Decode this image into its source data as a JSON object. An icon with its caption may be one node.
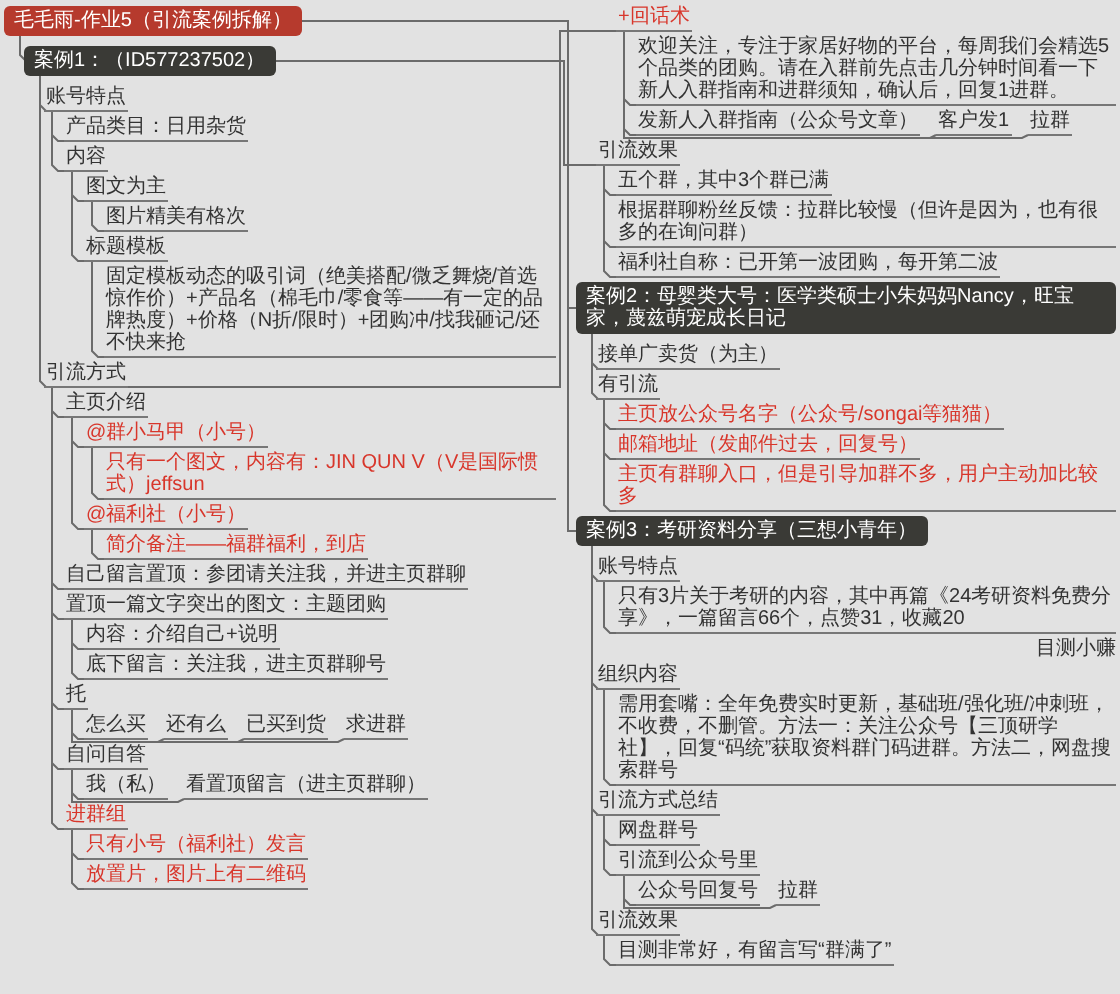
{
  "diagram": {
    "nodes": [
      {
        "text": [
          "毛毛雨-作业5（引流案例拆解）"
        ]
      },
      {
        "text": [
          "案例1：（ID577237502）"
        ]
      },
      {
        "text": [
          "账号特点"
        ]
      },
      {
        "text": [
          "产品类目：日用杂货"
        ]
      },
      {
        "text": [
          "内容"
        ]
      },
      {
        "text": [
          "图文为主"
        ]
      },
      {
        "text": [
          "图片精美有格次"
        ]
      },
      {
        "text": [
          "标题模板"
        ]
      },
      {
        "text": [
          "固定模板动态的吸引词（绝美搭配/微乏舞烧/首选惊作价）+产品名（棉毛巾/零食等——有一定的品牌热度）+价格（N折/限时）+团购冲/找我砸记/还不快来抢"
        ]
      },
      {
        "text": [
          "引流方式"
        ]
      },
      {
        "text": [
          "主页介绍"
        ]
      },
      {
        "text": [
          "@群小马甲（小号）"
        ]
      },
      {
        "text": [
          "只有一个图文，内容有：JIN QUN V（V是国际惯式）jeffsun"
        ]
      },
      {
        "text": [
          "@福利社（小号）"
        ]
      },
      {
        "text": [
          "简介备注——福群福利，到店"
        ]
      },
      {
        "text": [
          "自己留言置顶：参团请关注我，并进主页群聊"
        ]
      },
      {
        "text": [
          "置顶一篇文字突出的图文：主题团购"
        ]
      },
      {
        "text": [
          "内容：介绍自己+说明"
        ]
      },
      {
        "text": [
          "底下留言：关注我，进主页群聊号"
        ]
      },
      {
        "text": [
          "托"
        ]
      },
      {
        "text": [
          "怎么买"
        ]
      },
      {
        "text": [
          "还有么"
        ]
      },
      {
        "text": [
          "已买到货"
        ]
      },
      {
        "text": [
          "求进群"
        ]
      },
      {
        "text": [
          "自问自答"
        ]
      },
      {
        "text": [
          "我（私）"
        ]
      },
      {
        "text": [
          "看置顶留言（进主页群聊）"
        ]
      },
      {
        "text": [
          "进群组"
        ]
      },
      {
        "text": [
          "只有小号（福利社）发言"
        ]
      },
      {
        "text": [
          "放置片，图片上有二维码"
        ]
      },
      {
        "text": [
          "+回话术"
        ]
      },
      {
        "text": [
          "欢迎关注，专注于家居好物的平台，每周我们会精选5个品类的团购。请在入群前先点击几分钟时间看一下新人入群指南和进群须知，确认后，回复1进群。"
        ]
      },
      {
        "text": [
          "发新人入群指南（公众号文章）"
        ]
      },
      {
        "text": [
          "客户发1"
        ]
      },
      {
        "text": [
          "拉群"
        ]
      },
      {
        "text": [
          "引流效果"
        ]
      },
      {
        "text": [
          "五个群，其中3个群已满"
        ]
      },
      {
        "text": [
          "根据群聊粉丝反馈：拉群比较慢（但许是因为，也有很多的在询问群）"
        ]
      },
      {
        "text": [
          "福利社自称：已开第一波团购，每开第二波"
        ]
      },
      {
        "text": [
          "案例2：母婴类大号：医学类硕士小朱妈妈Nancy，旺宝家，蔑兹萌宠成长日记"
        ]
      },
      {
        "text": [
          "接单广卖货（为主）"
        ]
      },
      {
        "text": [
          "有引流"
        ]
      },
      {
        "text": [
          "主页放公众号名字（公众号/songai等猫猫）"
        ]
      },
      {
        "text": [
          "邮箱地址（发邮件过去，回复号）"
        ]
      },
      {
        "text": [
          "主页有群聊入口，但是引导加群不多，用户主动加比较多"
        ]
      },
      {
        "text": [
          "案例3：考研资料分享（三想小青年）"
        ]
      },
      {
        "text": [
          "账号特点"
        ]
      },
      {
        "text": [
          "只有3片关于考研的内容，其中再篇《24考研资料免费分享》，一篇留言66个，点赞31，收藏20"
        ],
        "beside": [
          "目测小赚"
        ]
      },
      {
        "text": [
          "组织内容"
        ]
      },
      {
        "text": [
          "需用套嘴：全年免费实时更新，基础班/强化班/冲刺班，不收费，不删管。方法一：关注公众号【三顶研学社】，回复“码统”获取资料群门码进群。方法二，网盘搜索群号"
        ]
      },
      {
        "text": [
          "引流方式总结"
        ]
      },
      {
        "text": [
          "网盘群号"
        ]
      },
      {
        "text": [
          "引流到公众号里"
        ]
      },
      {
        "text": [
          "公众号回复号"
        ]
      },
      {
        "text": [
          "拉群"
        ]
      },
      {
        "text": [
          "引流效果"
        ]
      },
      {
        "text": [
          "目测非常好，有留言写“群满了”"
        ]
      }
    ],
    "edges": [
      {
        "from": 0,
        "to": 1,
        "arrow": "none"
      },
      {
        "from": 1,
        "to": 2,
        "arrow": "none"
      },
      {
        "from": 2,
        "to": 3,
        "arrow": "none"
      },
      {
        "from": 2,
        "to": 4,
        "arrow": "none"
      },
      {
        "from": 4,
        "to": 5,
        "arrow": "none"
      },
      {
        "from": 5,
        "to": 6,
        "arrow": "none"
      },
      {
        "from": 4,
        "to": 7,
        "arrow": "none"
      },
      {
        "from": 7,
        "to": 8,
        "arrow": "none"
      },
      {
        "from": 1,
        "to": 9,
        "arrow": "none"
      },
      {
        "from": 9,
        "to": 10,
        "arrow": "none"
      },
      {
        "from": 10,
        "to": 11,
        "arrow": "none"
      },
      {
        "from": 11,
        "to": 12,
        "arrow": "none"
      },
      {
        "from": 10,
        "to": 13,
        "arrow": "none"
      },
      {
        "from": 13,
        "to": 14,
        "arrow": "none"
      },
      {
        "from": 9,
        "to": 15,
        "arrow": "none"
      },
      {
        "from": 9,
        "to": 16,
        "arrow": "none"
      },
      {
        "from": 16,
        "to": 17,
        "arrow": "none"
      },
      {
        "from": 16,
        "to": 18,
        "arrow": "none"
      },
      {
        "from": 9,
        "to": 19,
        "arrow": "none"
      },
      {
        "from": 19,
        "to": 20,
        "arrow": "none"
      },
      {
        "from": 19,
        "to": 21,
        "arrow": "none"
      },
      {
        "from": 19,
        "to": 22,
        "arrow": "none"
      },
      {
        "from": 19,
        "to": 23,
        "arrow": "none"
      },
      {
        "from": 9,
        "to": 24,
        "arrow": "none"
      },
      {
        "from": 24,
        "to": 25,
        "arrow": "none"
      },
      {
        "from": 24,
        "to": 26,
        "arrow": "none"
      },
      {
        "from": 9,
        "to": 27,
        "arrow": "none"
      },
      {
        "from": 27,
        "to": 28,
        "arrow": "none"
      },
      {
        "from": 27,
        "to": 29,
        "arrow": "none"
      },
      {
        "from": 9,
        "to": 30,
        "arrow": "none"
      },
      {
        "from": 30,
        "to": 31,
        "arrow": "none"
      },
      {
        "from": 30,
        "to": 32,
        "arrow": "none"
      },
      {
        "from": 30,
        "to": 33,
        "arrow": "none"
      },
      {
        "from": 30,
        "to": 34,
        "arrow": "none"
      },
      {
        "from": 1,
        "to": 35,
        "arrow": "none"
      },
      {
        "from": 35,
        "to": 36,
        "arrow": "none"
      },
      {
        "from": 35,
        "to": 37,
        "arrow": "none"
      },
      {
        "from": 35,
        "to": 38,
        "arrow": "none"
      },
      {
        "from": 0,
        "to": 39,
        "arrow": "none"
      },
      {
        "from": 39,
        "to": 40,
        "arrow": "none"
      },
      {
        "from": 39,
        "to": 41,
        "arrow": "none"
      },
      {
        "from": 41,
        "to": 42,
        "arrow": "none"
      },
      {
        "from": 41,
        "to": 43,
        "arrow": "none"
      },
      {
        "from": 41,
        "to": 44,
        "arrow": "none"
      },
      {
        "from": 0,
        "to": 45,
        "arrow": "none"
      },
      {
        "from": 45,
        "to": 46,
        "arrow": "none"
      },
      {
        "from": 46,
        "to": 47,
        "arrow": "none"
      },
      {
        "from": 45,
        "to": 48,
        "arrow": "none"
      },
      {
        "from": 48,
        "to": 49,
        "arrow": "none"
      },
      {
        "from": 45,
        "to": 50,
        "arrow": "none"
      },
      {
        "from": 50,
        "to": 51,
        "arrow": "none"
      },
      {
        "from": 50,
        "to": 52,
        "arrow": "none"
      },
      {
        "from": 52,
        "to": 53,
        "arrow": "none"
      },
      {
        "from": 52,
        "to": 54,
        "arrow": "none"
      },
      {
        "from": 45,
        "to": 55,
        "arrow": "none"
      },
      {
        "from": 55,
        "to": 56,
        "arrow": "none"
      }
    ]
  }
}
